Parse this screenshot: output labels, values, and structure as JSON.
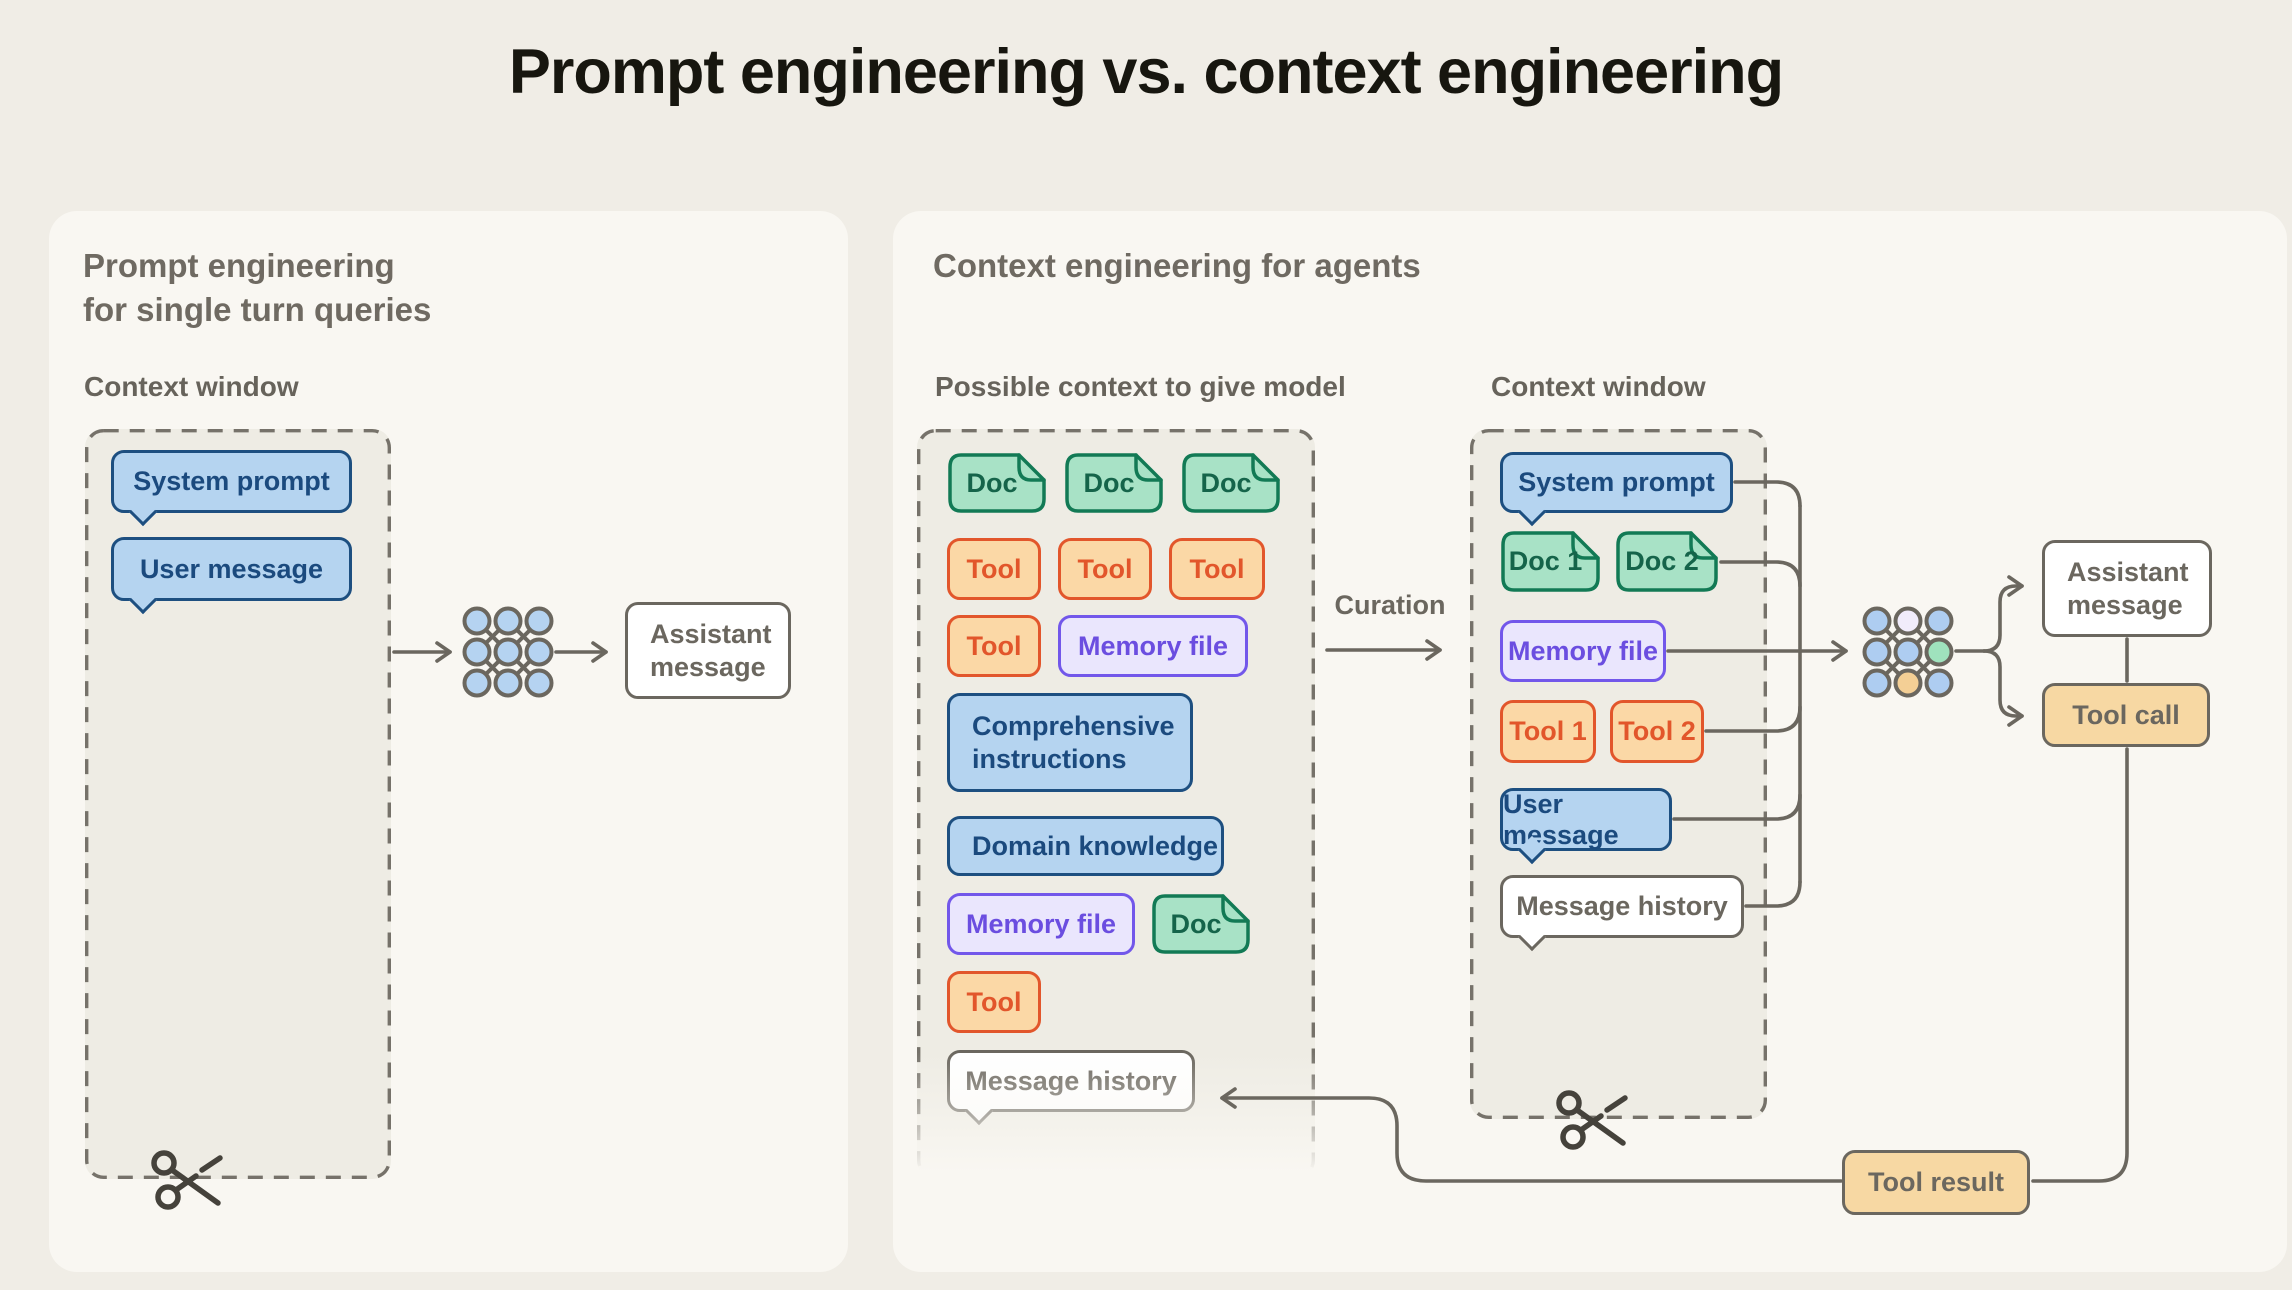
{
  "title": "Prompt engineering vs. context engineering",
  "left": {
    "heading": "Prompt engineering\nfor single turn queries",
    "context_window_label": "Context window",
    "system_prompt": "System prompt",
    "user_message": "User message",
    "assistant_message": "Assistant message"
  },
  "right": {
    "heading": "Context engineering for agents",
    "curation_label": "Curation",
    "possible_context": {
      "label": "Possible context to give model",
      "docs_row": [
        "Doc",
        "Doc",
        "Doc"
      ],
      "tools_row": [
        "Tool",
        "Tool",
        "Tool"
      ],
      "tool_extra": "Tool",
      "memory_file": "Memory file",
      "comprehensive": "Comprehensive instructions",
      "domain": "Domain knowledge",
      "memory_file2": "Memory file",
      "doc_extra": "Doc",
      "tool_single": "Tool",
      "message_history": "Message history"
    },
    "context_window": {
      "label": "Context window",
      "system_prompt": "System prompt",
      "docs": [
        "Doc 1",
        "Doc 2"
      ],
      "memory_file": "Memory file",
      "tools": [
        "Tool 1",
        "Tool 2"
      ],
      "user_message": "User message",
      "message_history": "Message history"
    },
    "assistant_message": "Assistant message",
    "tool_call": "Tool call",
    "tool_result": "Tool result"
  },
  "colors": {
    "page_bg": "#f0ede6",
    "panel_bg": "#f9f7f2",
    "dashed_box_bg": "#eeece4",
    "line_gray": "#6b675f",
    "blue_fill": "#b5d4f0",
    "blue_border": "#1d4f80",
    "green_fill": "#a8e2c6",
    "green_border": "#127a55",
    "orange_fill": "#fbd8a6",
    "orange_border": "#e2562b",
    "purple_fill": "#eae6fd",
    "purple_border": "#7257ea",
    "tan_fill": "#f7d8a3"
  }
}
